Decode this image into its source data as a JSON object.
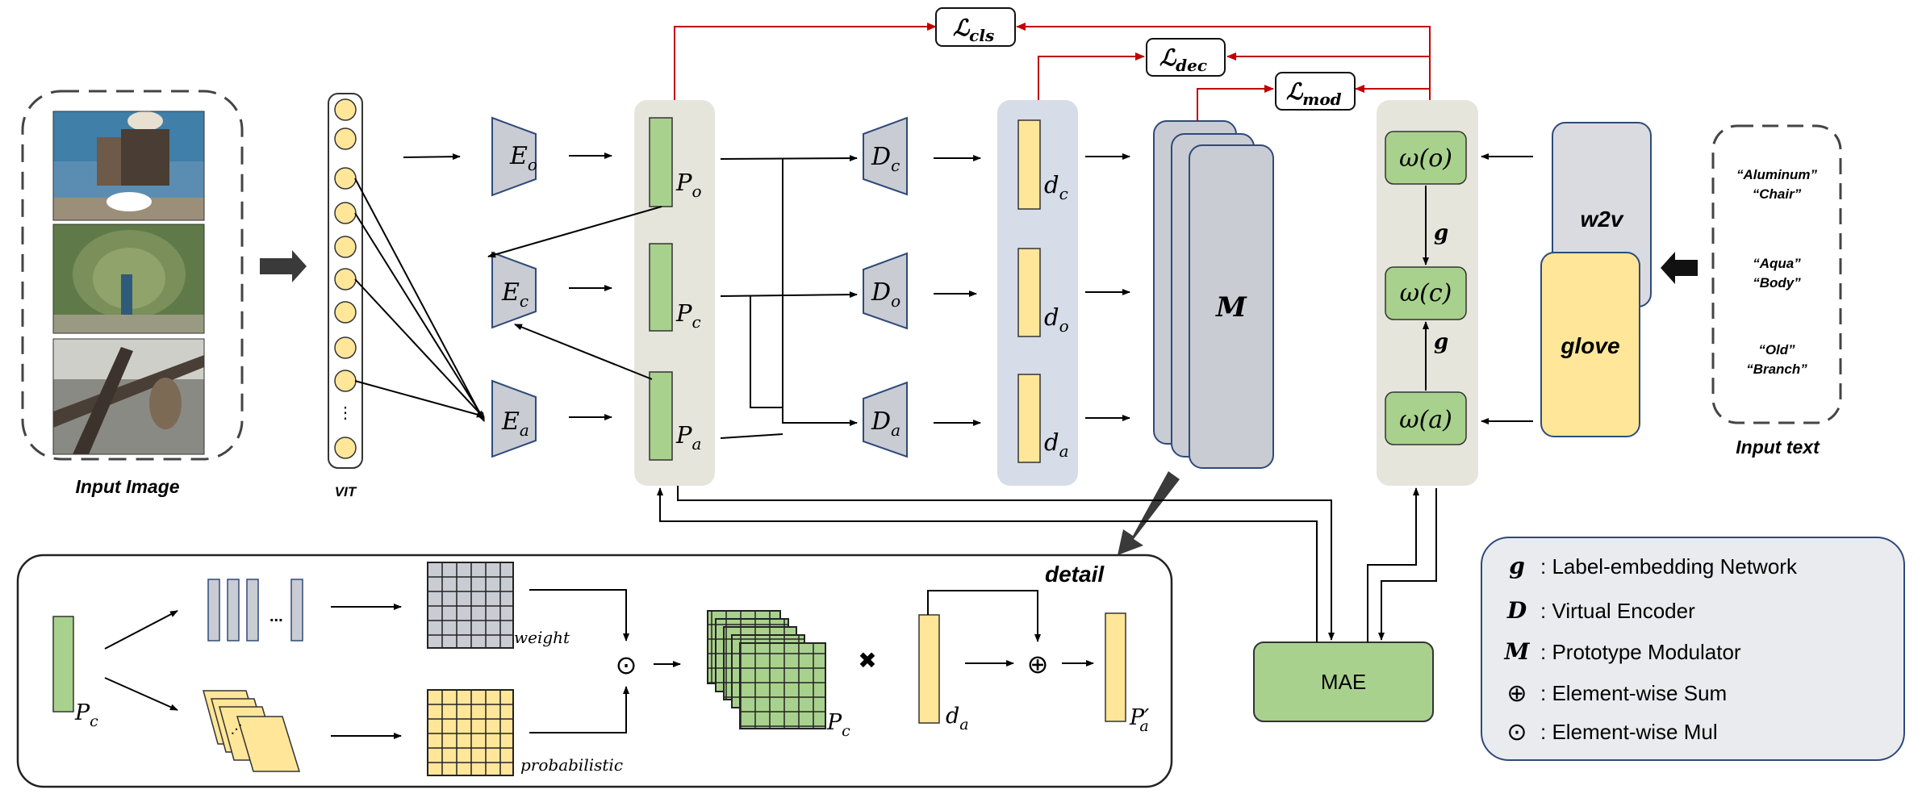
{
  "input_image": {
    "caption": "Input Image"
  },
  "vit": {
    "label": "VIT",
    "dots": "⋮"
  },
  "encoders": {
    "eo": "E",
    "eo_sub": "o",
    "ec": "E",
    "ec_sub": "c",
    "ea": "E",
    "ea_sub": "a"
  },
  "prototypes": {
    "po": "P",
    "po_sub": "o",
    "pc": "P",
    "pc_sub": "c",
    "pa": "P",
    "pa_sub": "a"
  },
  "decoders": {
    "dc": "D",
    "dc_sub": "c",
    "do": "D",
    "do_sub": "o",
    "da": "D",
    "da_sub": "a"
  },
  "features": {
    "fc": "d",
    "fc_sub": "c",
    "fo": "d",
    "fo_sub": "o",
    "fa": "d",
    "fa_sub": "a"
  },
  "modulator": {
    "label": "M"
  },
  "losses": {
    "cls": "ℒ",
    "cls_sub": "cls",
    "dec": "ℒ",
    "dec_sub": "dec",
    "mod": "ℒ",
    "mod_sub": "mod"
  },
  "label_nodes": {
    "o": "ω(o)",
    "c": "ω(c)",
    "a": "ω(a)",
    "g_top": "g",
    "g_bottom": "g"
  },
  "embeddings": {
    "w2v": "w2v",
    "glove": "glove"
  },
  "input_text": {
    "caption": "Input text",
    "pairs": [
      [
        "“Aluminum”",
        "“Chair”"
      ],
      [
        "“Aqua”",
        "“Body”"
      ],
      [
        "“Old”",
        "“Branch”"
      ]
    ]
  },
  "mae": {
    "label": "MAE"
  },
  "detail": {
    "title": "detail",
    "pc_left": "P",
    "pc_left_sub": "c",
    "weight": "weight",
    "probabilistic": "probabilistic",
    "bars_dots": "...",
    "odot": "⊙",
    "times": "✖",
    "oplus": "⊕",
    "pc_grid": "P",
    "pc_grid_sub": "c",
    "da": "d",
    "da_sub": "a",
    "pa_prime": "P′",
    "pa_prime_sub": "a"
  },
  "legend": [
    {
      "symbol": "g",
      "text": ": Label-embedding Network"
    },
    {
      "symbol": "D",
      "text": ": Virtual Encoder"
    },
    {
      "symbol": "M",
      "text": ": Prototype Modulator"
    },
    {
      "symbol": "⊕",
      "text": ": Element-wise Sum"
    },
    {
      "symbol": "⊙",
      "text": ": Element-wise Mul"
    }
  ],
  "colors": {
    "green": "#a9d18e",
    "yellow": "#ffe699",
    "gray": "#c9ccd3",
    "panel": "#e6e5dc",
    "bluepanel": "#d6dce8",
    "red": "#c00000",
    "legend_bg": "#e9ebef"
  }
}
